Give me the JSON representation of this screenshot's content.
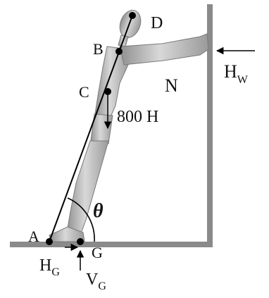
{
  "labels": {
    "D": "D",
    "B": "B",
    "C": "C",
    "A": "A",
    "G": "G",
    "N": "N",
    "theta": "θ",
    "weight": "800 H",
    "Hw_main": "H",
    "Hw_sub": "W",
    "HG_main": "H",
    "HG_sub": "G",
    "VG_main": "V",
    "VG_sub": "G"
  },
  "colors": {
    "wall": "#8a8a8a",
    "figure": "#b9b9b9",
    "line": "#000000"
  }
}
